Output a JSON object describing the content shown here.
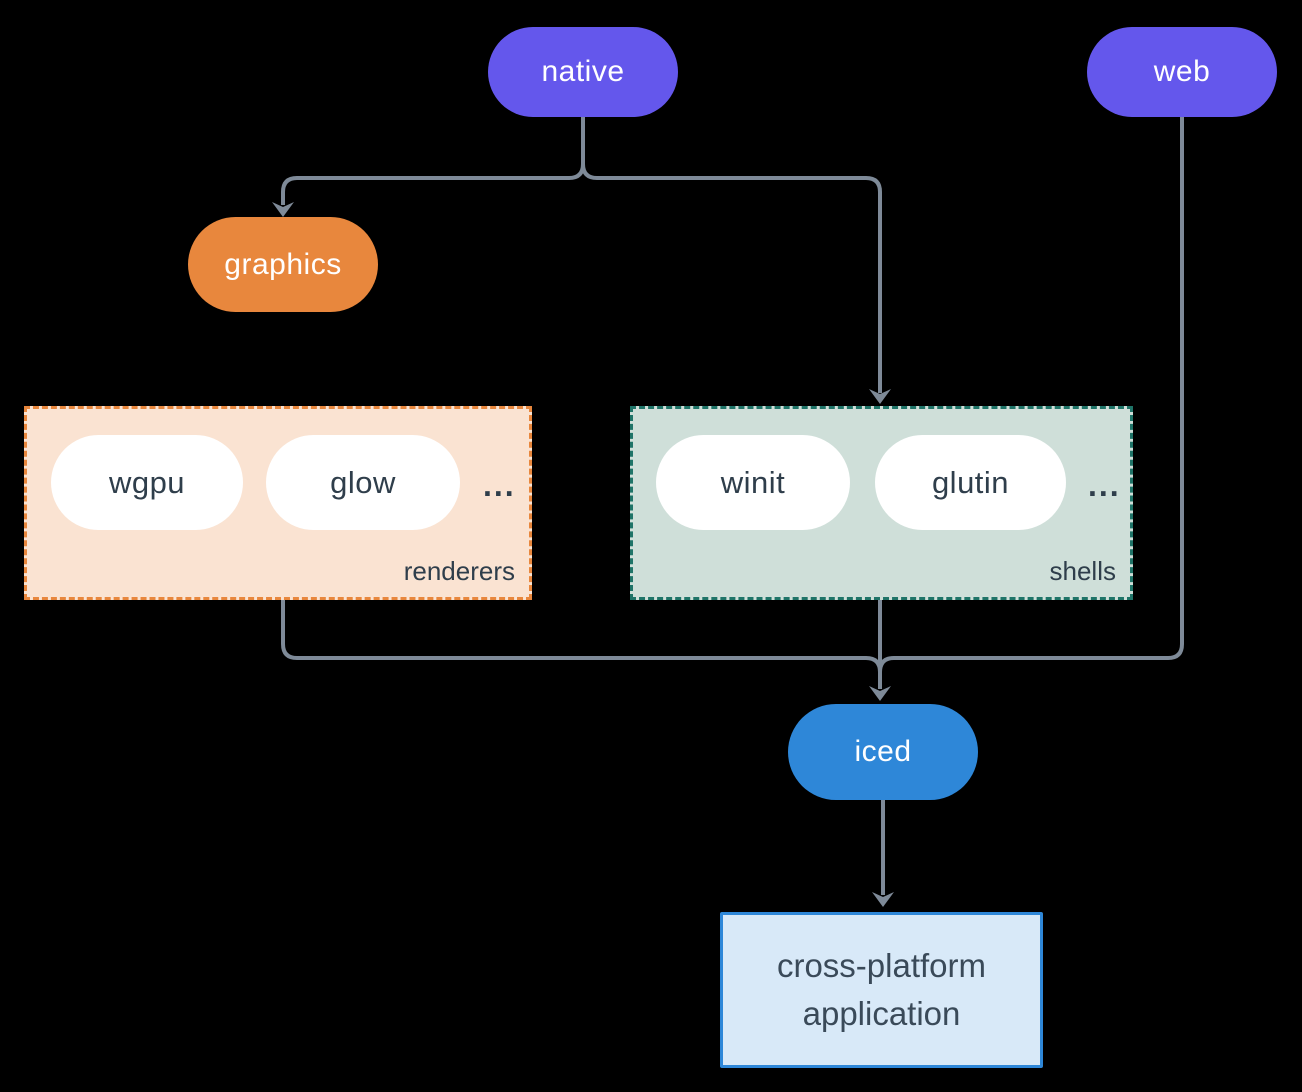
{
  "diagram": {
    "nodes": {
      "native": {
        "label": "native"
      },
      "web": {
        "label": "web"
      },
      "graphics": {
        "label": "graphics"
      },
      "iced": {
        "label": "iced"
      },
      "app": {
        "label": "cross-platform application"
      }
    },
    "groups": {
      "renderers": {
        "label": "renderers",
        "items": [
          "wgpu",
          "glow"
        ],
        "more": "..."
      },
      "shells": {
        "label": "shells",
        "items": [
          "winit",
          "glutin"
        ],
        "more": "..."
      }
    },
    "colors": {
      "background": "#000000",
      "node_purple": "#6457ec",
      "node_orange": "#e8873d",
      "node_blue": "#2e87d8",
      "pill_white": "#ffffff",
      "pill_text_dark": "#2f3e4b",
      "renderers_bg": "#fae3d2",
      "renderers_border": "#e8873d",
      "shells_bg": "#cfdfd9",
      "shells_border": "#1f7468",
      "app_bg": "#d8e9f8",
      "app_border": "#2e87d8",
      "connector": "#7e8a98"
    }
  }
}
